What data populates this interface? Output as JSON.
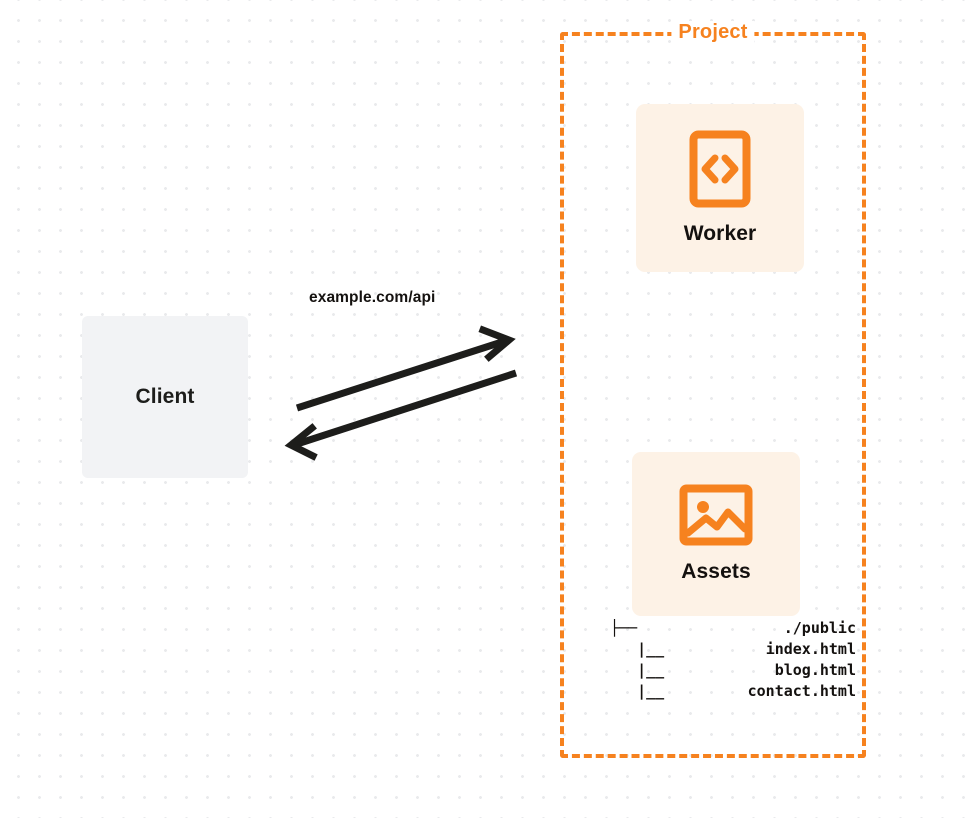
{
  "diagram": {
    "title": "Project",
    "background": {
      "style": "dot-grid",
      "dot_color": "#e9eaec",
      "page_color": "#ffffff"
    },
    "colors": {
      "accent_orange": "#f6821f",
      "card_fill": "#fdf2e6",
      "client_fill": "#f2f3f5",
      "text_dark": "#14110f"
    }
  },
  "client": {
    "label": "Client",
    "icon": "client-box"
  },
  "connection": {
    "label": "example.com/api",
    "request_arrow": "arrow-right-icon",
    "response_arrow": "arrow-left-icon"
  },
  "project": {
    "label": "Project",
    "cards": [
      {
        "label": "Worker",
        "icon": "code-brackets-icon"
      },
      {
        "label": "Assets",
        "icon": "image-icon"
      }
    ],
    "file_tree": [
      {
        "branch": "├──",
        "name": "./public"
      },
      {
        "branch": "   |__",
        "name": "index.html"
      },
      {
        "branch": "   |__",
        "name": "blog.html"
      },
      {
        "branch": "   |__",
        "name": "contact.html"
      }
    ]
  }
}
